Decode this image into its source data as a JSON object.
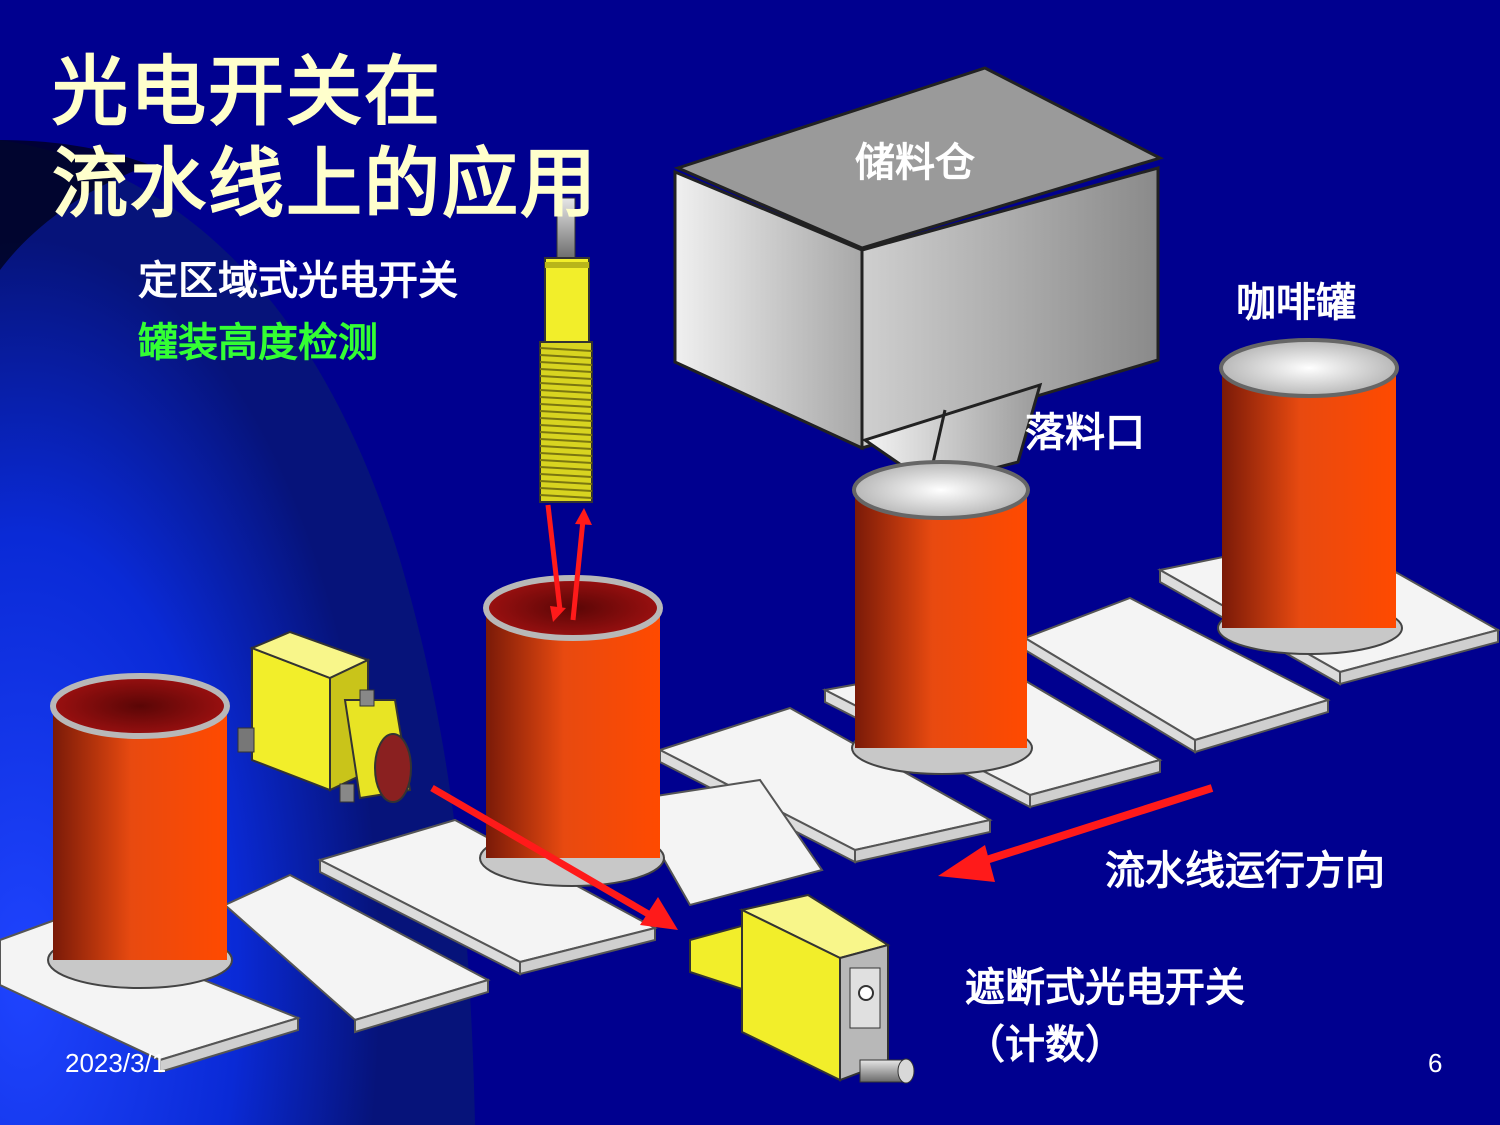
{
  "title": {
    "line1": "光电开关在",
    "line2": "流水线上的应用"
  },
  "labels": {
    "zone_sensor": "定区域式光电开关",
    "height_check": "罐装高度检测",
    "hopper": "储料仓",
    "chute": "落料口",
    "can": "咖啡罐",
    "direction": "流水线运行方向",
    "beam_sensor": "遮断式光电开关",
    "count": "（计数）"
  },
  "footer": {
    "date": "2023/3/1",
    "page": "6"
  },
  "colors": {
    "background": "#00008f",
    "title": "#ffffcc",
    "highlight_text": "#33ff33",
    "can_body": "#e84a10",
    "sensor": "#f2ee2a",
    "arrow": "#ff1a1a"
  }
}
